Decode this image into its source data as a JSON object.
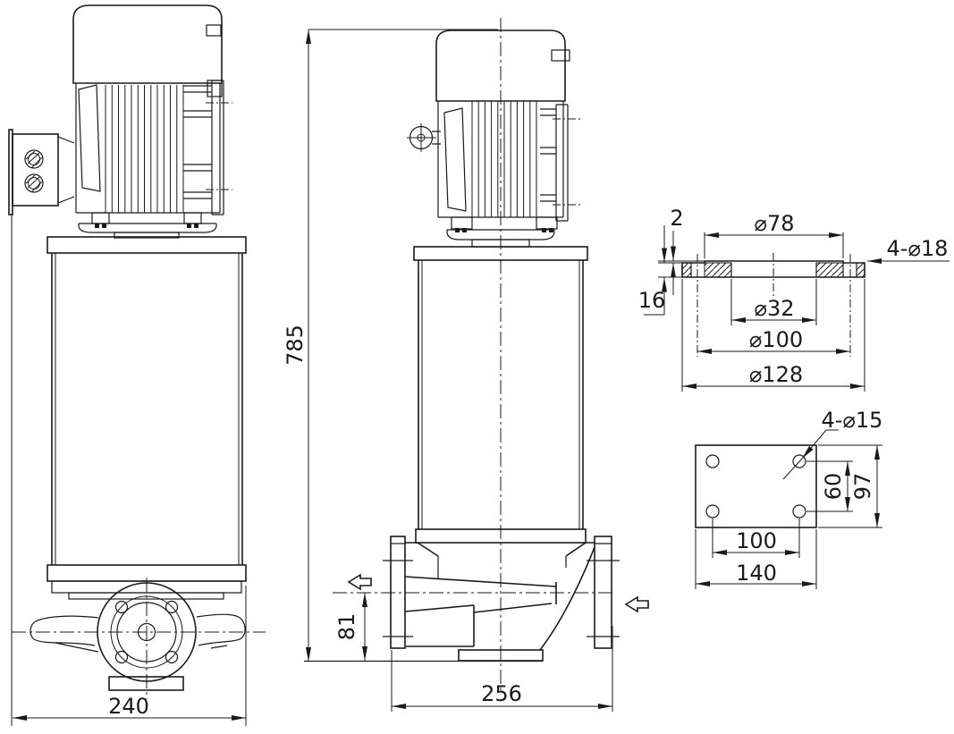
{
  "dims": {
    "overall_width": "240",
    "overall_height": "785",
    "port_height": "81",
    "pump_length": "256",
    "flange": {
      "step": "2",
      "thickness": "16",
      "raised_face": "⌀78",
      "bore": "⌀32",
      "bolt_circle": "⌀100",
      "outer": "⌀128",
      "holes": "4-⌀18"
    },
    "base": {
      "holes": "4-⌀15",
      "hole_spacing_v": "60",
      "plate_depth": "97",
      "hole_spacing_h": "100",
      "plate_width": "140"
    }
  },
  "colors": {
    "line": "#1a1a1a",
    "background": "#ffffff"
  }
}
